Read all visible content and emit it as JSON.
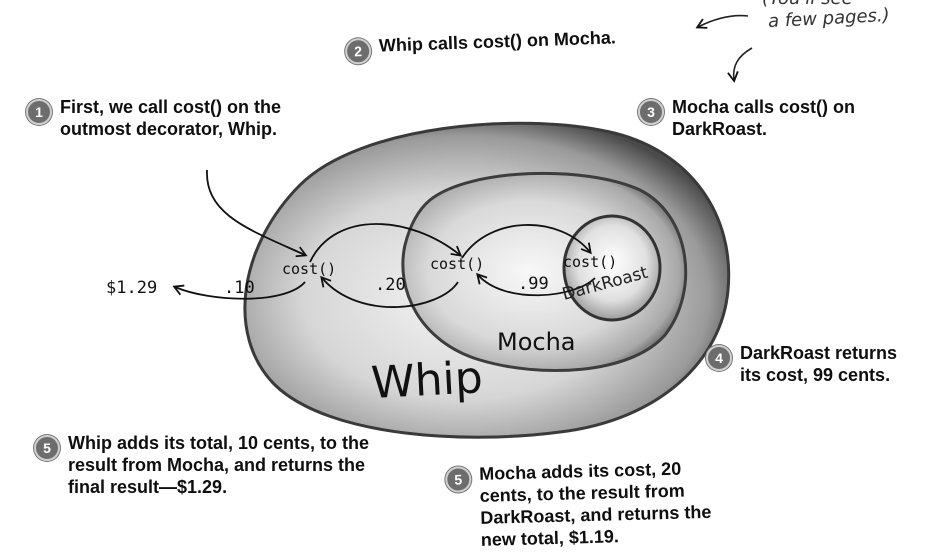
{
  "steps": [
    {
      "number": "1",
      "text": "First, we call cost() on the outmost decorator, Whip."
    },
    {
      "number": "2",
      "text": "Whip calls cost() on Mocha."
    },
    {
      "number": "3",
      "text": "Mocha calls cost() on DarkRoast."
    },
    {
      "number": "4",
      "text": "DarkRoast returns its cost, 99 cents."
    },
    {
      "number": "5",
      "text": "Whip adds its total, 10 cents, to the result from Mocha, and returns the final result—$1.29."
    },
    {
      "number": "5",
      "text": "Mocha adds its cost, 20 cents, to the result from DarkRoast, and returns the new total, $1.19."
    }
  ],
  "diagram": {
    "layers": {
      "outer": "Whip",
      "middle": "Mocha",
      "inner": "DarkRoast"
    },
    "method_label": "cost()",
    "values": {
      "final_total": "$1.29",
      "whip_cost": ".10",
      "mocha_cost": ".20",
      "darkroast_cost": ".99"
    }
  },
  "margin_note": {
    "line1": "(You'll see",
    "line2": "a few pages.)"
  }
}
